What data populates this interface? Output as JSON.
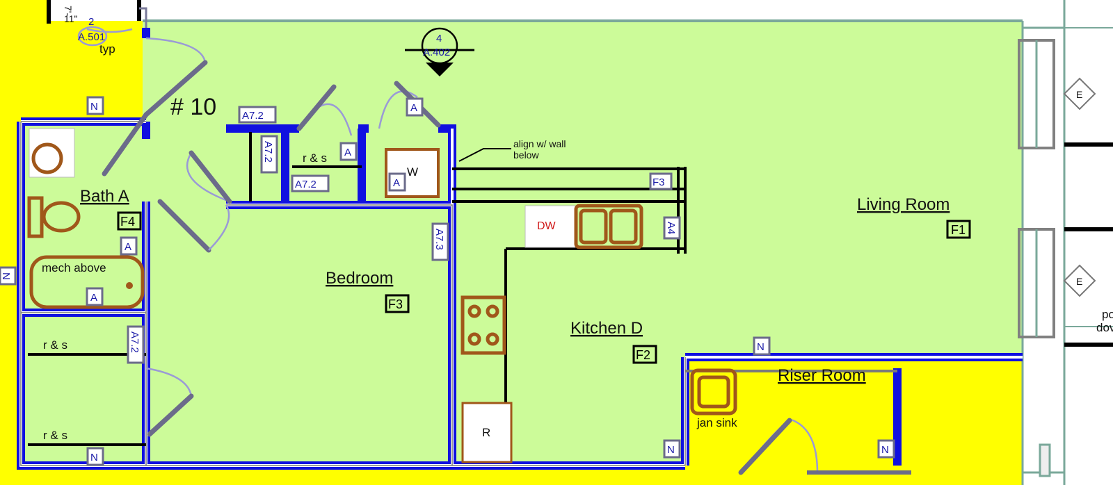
{
  "unit_label": "# 10",
  "rooms": {
    "bath": {
      "name": "Bath A",
      "tag": "F4"
    },
    "bedroom": {
      "name": "Bedroom",
      "tag": "F3"
    },
    "kitchen": {
      "name": "Kitchen D",
      "tag": "F2"
    },
    "living": {
      "name": "Living Room",
      "tag": "F1"
    },
    "riser": {
      "name": "Riser Room"
    }
  },
  "notes": {
    "mech_above": "mech above",
    "rs_closet": "r & s",
    "rs_bath_1": "r & s",
    "rs_bath_2": "r & s",
    "align_line1": "align w/ wall",
    "align_line2": "below",
    "jan_sink": "jan sink",
    "typ": "typ",
    "dim_top": "7'-",
    "dim_top2": "11\"",
    "po": "po",
    "dov": "dov"
  },
  "appliances": {
    "washer": "W",
    "dishwasher": "DW",
    "refrigerator": "R"
  },
  "section_marker": {
    "number": "4",
    "sheet": "A.402"
  },
  "detail_callout": {
    "number": "2",
    "sheet": "A.501"
  },
  "wall_tags": {
    "a72_top": "A7.2",
    "a72_vert": "A7.2",
    "a72_mid": "A7.2",
    "a_closet": "A",
    "a_laundry_top": "A",
    "a_laundry_bottom": "A",
    "a_bath_vert": "A",
    "a_tub": "A",
    "a73": "A7.3",
    "a72_bath": "A7.2",
    "f3_kitchen": "F3",
    "a4": "A4",
    "n_bath_top": "N",
    "n_left": "N",
    "n_bottom": "N",
    "n_riser_top": "N",
    "n_riser_left": "N",
    "n_riser_right": "N",
    "e_top": "E",
    "e_bottom": "E"
  },
  "colors": {
    "unit_fill": "#ccfb99",
    "service_fill": "#ffff00",
    "wall_blue": "#1010e0",
    "fixture_brown": "#a0571a",
    "tag_blue": "#1a1aa8"
  }
}
